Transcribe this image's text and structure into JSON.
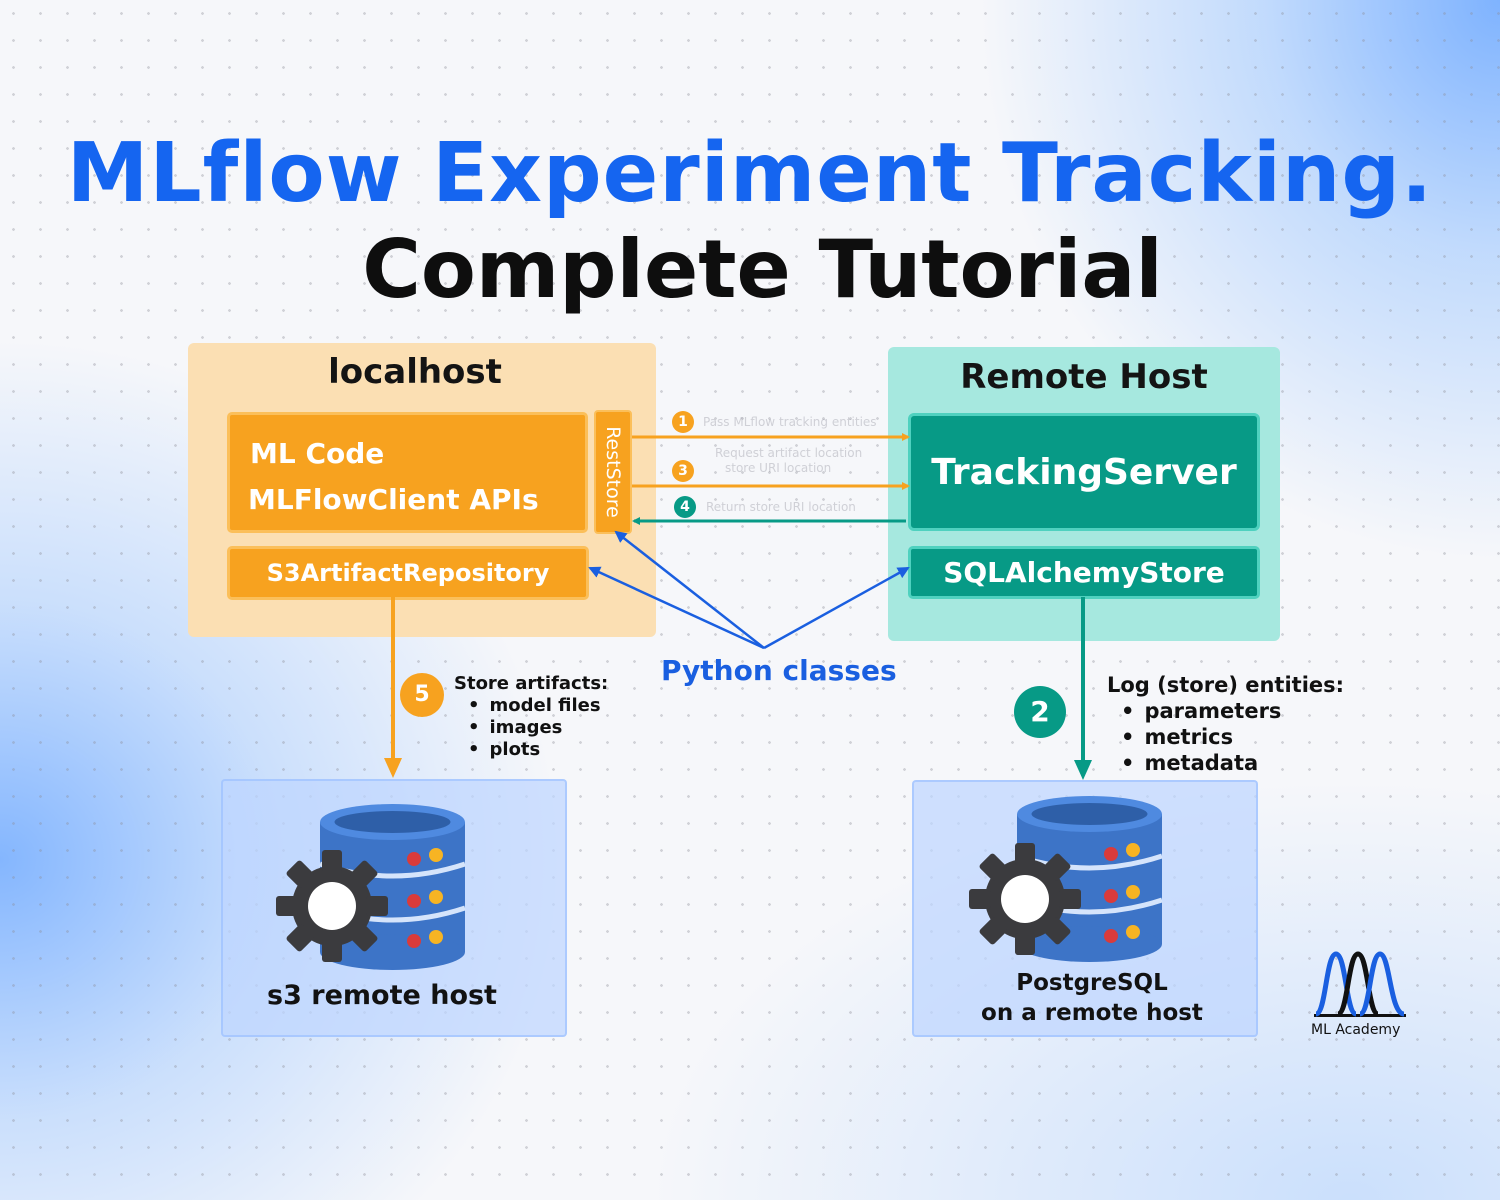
{
  "title": {
    "line1": "MLflow Experiment Tracking.",
    "line2": "Complete Tutorial"
  },
  "localhost": {
    "title": "localhost",
    "ml_code": "ML Code",
    "client_apis": "MLFlowClient APIs",
    "rest_store": "RestStore",
    "s3_repo": "S3ArtifactRepository"
  },
  "remote": {
    "title": "Remote Host",
    "tracking_server": "TrackingServer",
    "sql_store": "SQLAlchemyStore"
  },
  "steps": {
    "s1": "1",
    "s1_note": "Pass  MLflow tracking entities",
    "s2": "2",
    "s3": "3",
    "s3_note": "Request artifact location",
    "s3_note2": "store URI location",
    "s4": "4",
    "s4_note": "Return store URI location",
    "s5": "5"
  },
  "python_classes": "Python classes",
  "artifacts_note": {
    "heading": "Store artifacts:",
    "items": [
      "model files",
      "images",
      "plots"
    ]
  },
  "entities_note": {
    "heading": "Log (store) entities:",
    "items": [
      "parameters",
      "metrics",
      "metadata"
    ]
  },
  "s3_host": {
    "label": "s3 remote host"
  },
  "postgres": {
    "line1": "PostgreSQL",
    "line2": "on a remote host"
  },
  "logo": {
    "text": "ML Academy"
  },
  "colors": {
    "blue": "#1565f0",
    "orange": "#f7a21f",
    "teal": "#079a86",
    "arrow_blue": "#1a5fe0"
  }
}
